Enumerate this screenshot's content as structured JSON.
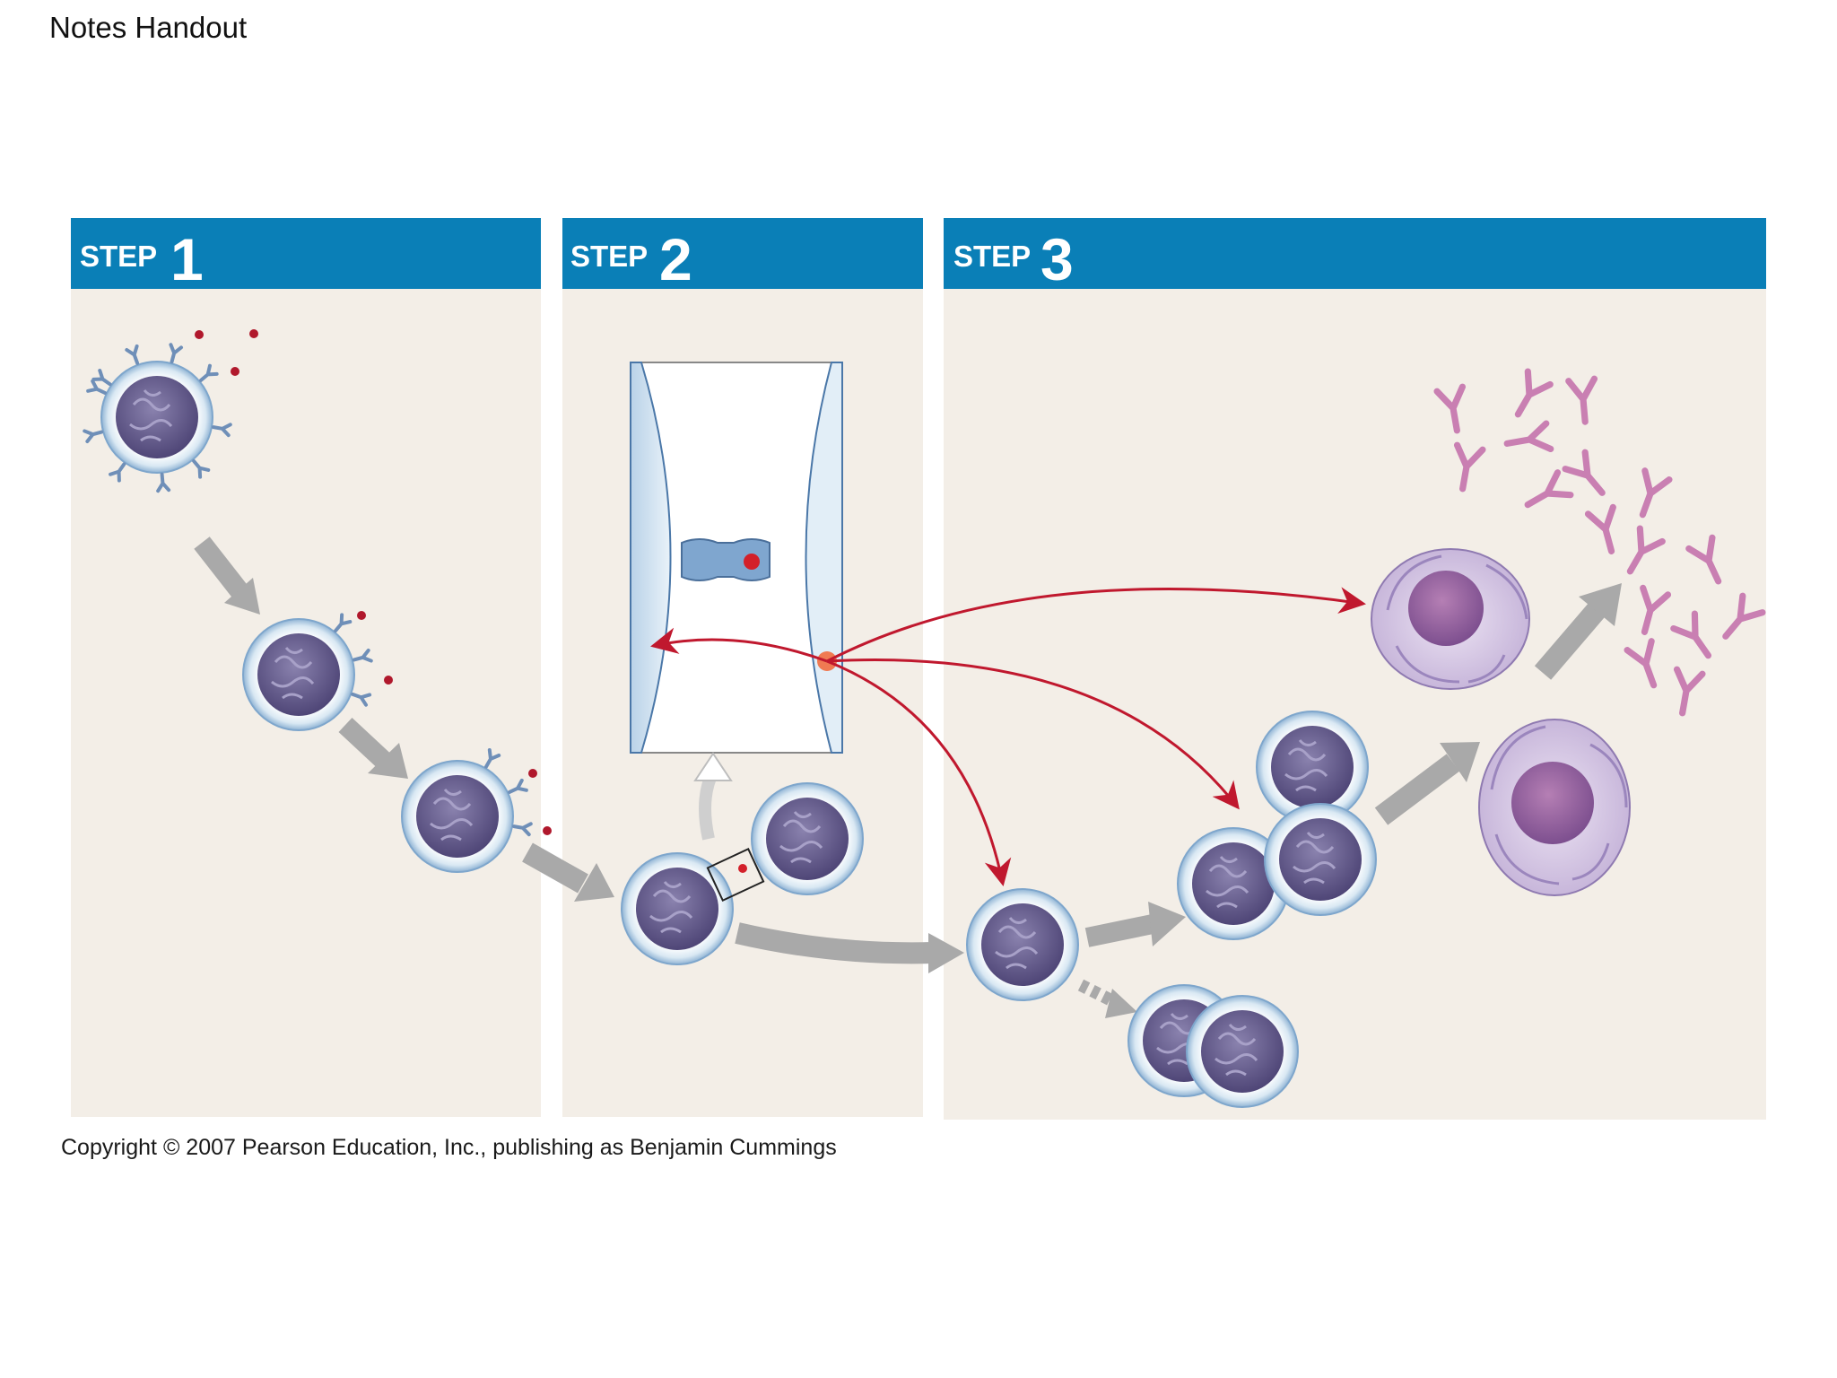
{
  "page": {
    "title": "Notes Handout"
  },
  "figure": {
    "steps": [
      {
        "word": "STEP",
        "number": "1"
      },
      {
        "word": "STEP",
        "number": "2"
      },
      {
        "word": "STEP",
        "number": "3"
      }
    ]
  },
  "footer": {
    "copyright": "Copyright © 2007 Pearson Education, Inc., publishing as Benjamin Cummings"
  },
  "colors": {
    "header_blue": "#0a7fb7",
    "panel_bg": "#f3eee7",
    "arrow_gray": "#a9a9a9",
    "signal_red": "#c0182e",
    "cell_nucleus": "#6c6494",
    "plasma_cell": "#c6b5d8",
    "antibody_pink": "#c97fb2",
    "receptor_blue": "#7fa6cf"
  }
}
